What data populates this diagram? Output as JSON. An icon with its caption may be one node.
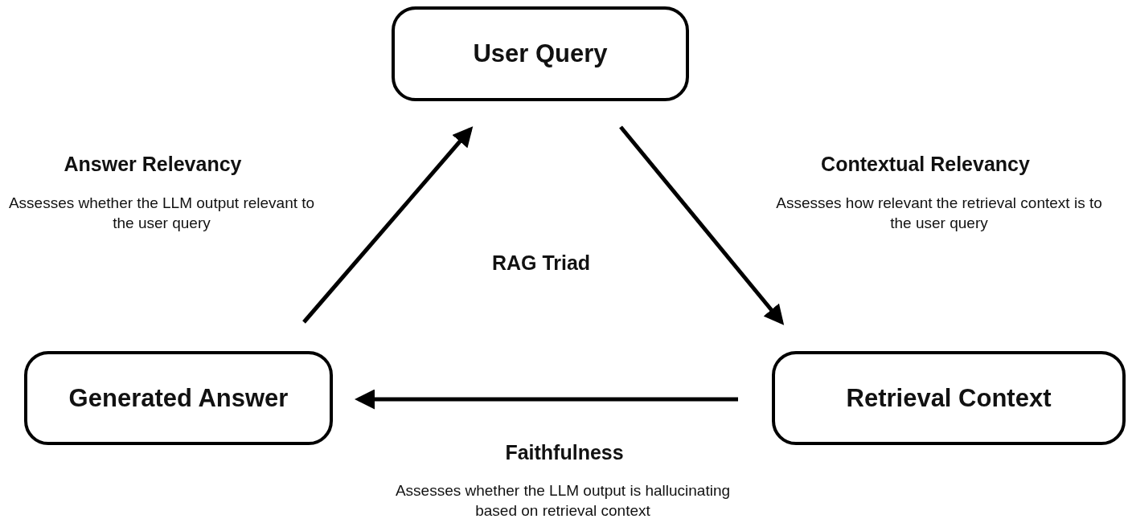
{
  "diagram": {
    "nodes": [
      {
        "text": [
          "User Query"
        ]
      },
      {
        "text": [
          "Generated Answer"
        ]
      },
      {
        "text": [
          "Retrieval Context"
        ]
      }
    ],
    "edges": [
      {
        "from": 1,
        "to": 0,
        "arrow": "to"
      },
      {
        "from": 0,
        "to": 2,
        "arrow": "to"
      },
      {
        "from": 2,
        "to": 1,
        "arrow": "to"
      }
    ],
    "labels": [
      "Answer Relevancy",
      "Assesses whether the LLM output relevant to the user query",
      "Contextual Relevancy",
      "Assesses how relevant the retrieval context is to the user query",
      "RAG Triad",
      "Faithfulness",
      "Assesses whether the LLM output is hallucinating based on retrieval context"
    ]
  }
}
